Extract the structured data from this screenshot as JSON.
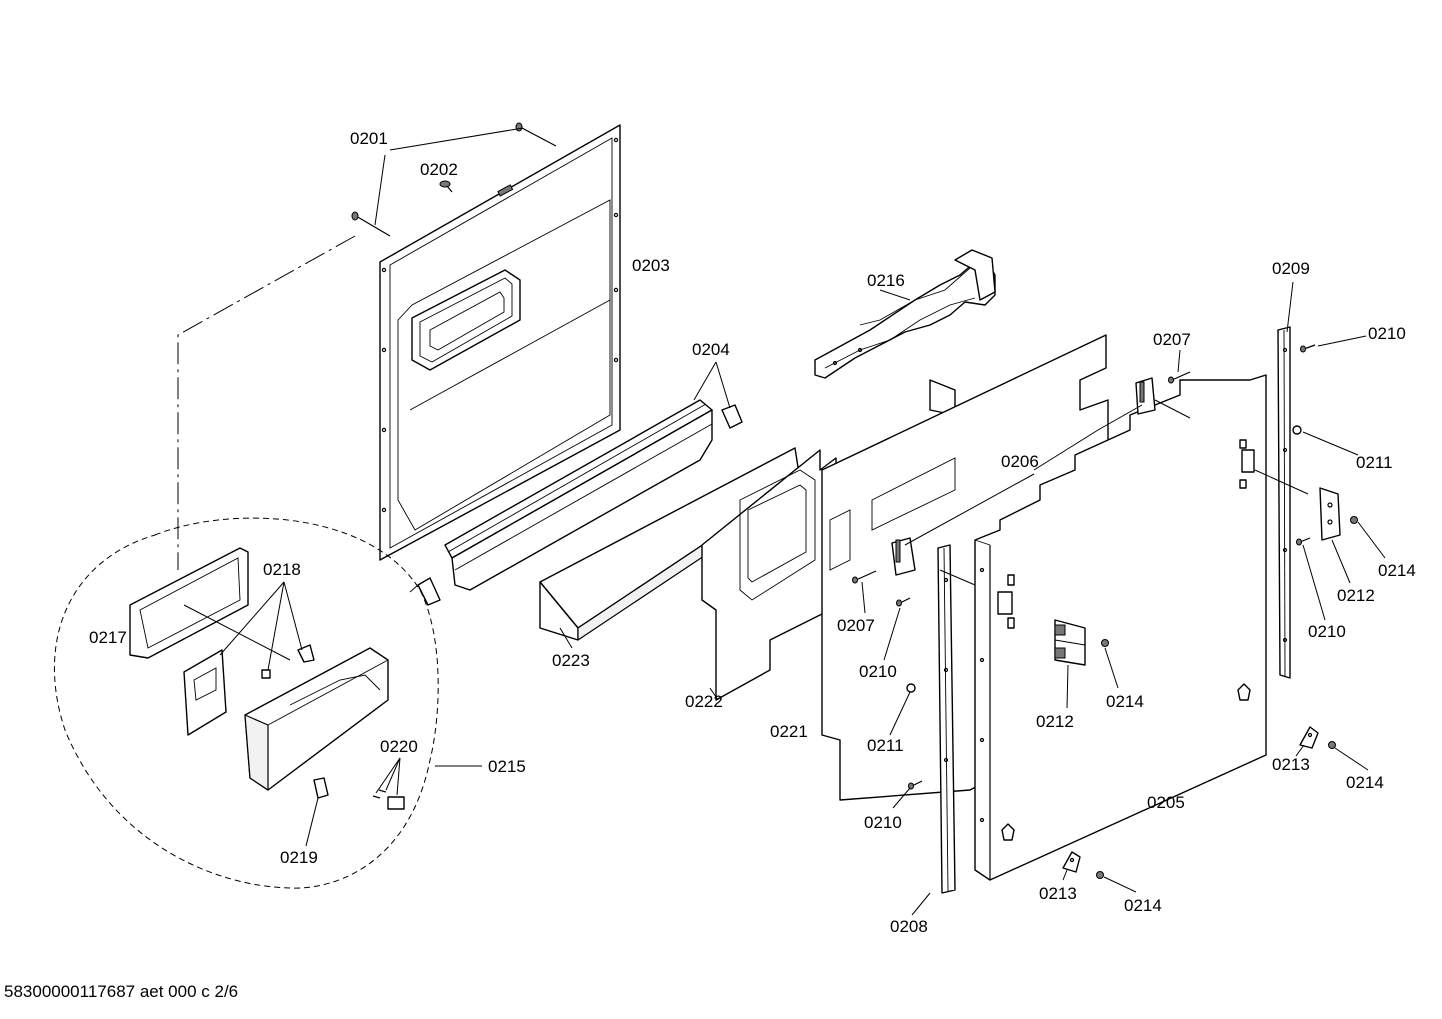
{
  "labels": {
    "p0201": "0201",
    "p0202": "0202",
    "p0203": "0203",
    "p0204": "0204",
    "p0205": "0205",
    "p0206": "0206",
    "p0207a": "0207",
    "p0207b": "0207",
    "p0208": "0208",
    "p0209": "0209",
    "p0210a": "0210",
    "p0210b": "0210",
    "p0210c": "0210",
    "p0210d": "0210",
    "p0211a": "0211",
    "p0211b": "0211",
    "p0212a": "0212",
    "p0212b": "0212",
    "p0213a": "0213",
    "p0213b": "0213",
    "p0214a": "0214",
    "p0214b": "0214",
    "p0214c": "0214",
    "p0214d": "0214",
    "p0215": "0215",
    "p0216": "0216",
    "p0217": "0217",
    "p0218": "0218",
    "p0219": "0219",
    "p0220": "0220",
    "p0221": "0221",
    "p0222": "0222",
    "p0223": "0223"
  },
  "footer": {
    "code": "58300000117687 aet 000 c 2/6"
  }
}
